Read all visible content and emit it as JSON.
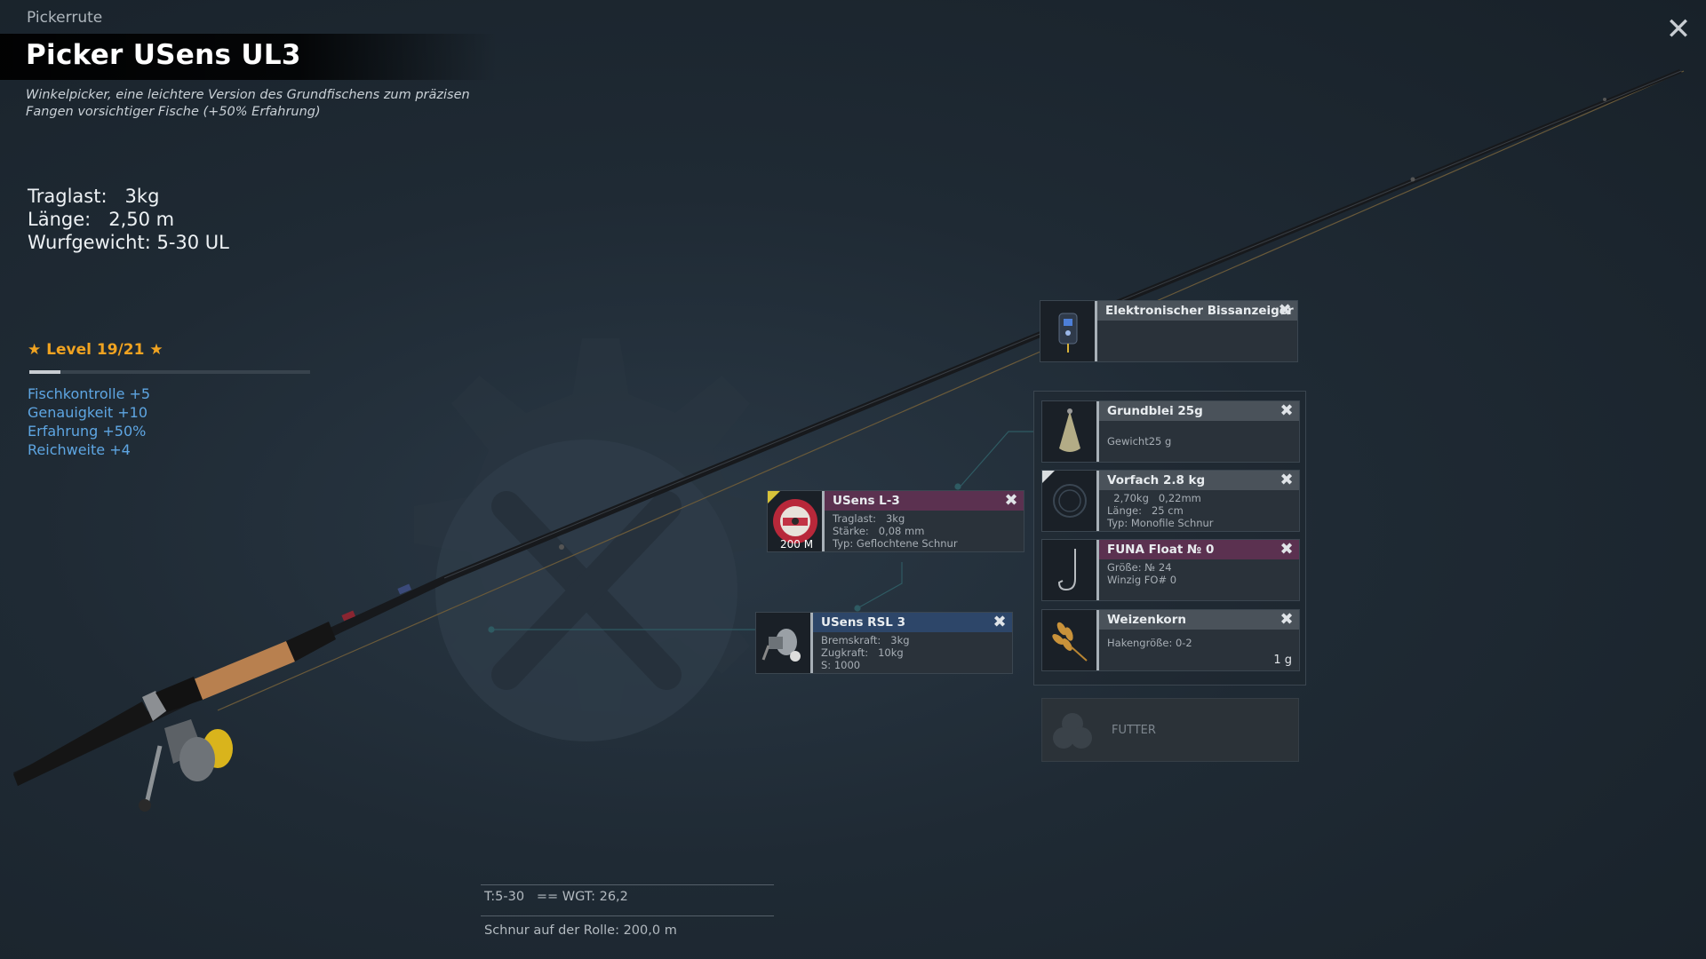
{
  "breadcrumb": "Pickerrute",
  "title": "Picker USens UL3",
  "description": "Winkelpicker, eine leichtere Version des Grundfischens zum präzisen Fangen vorsichtiger Fische (+50% Erfahrung)",
  "stats": {
    "load": "Traglast:   3kg",
    "length": "Länge:   2,50 m",
    "cast_weight": "Wurfgewicht: 5-30 UL"
  },
  "level": {
    "label": "★ Level 19/21 ★",
    "progress_fraction": 0.11
  },
  "bonuses": [
    "Fischkontrolle +5",
    "Genauigkeit +10",
    "Erfahrung +50%",
    "Reichweite +4"
  ],
  "slots": {
    "bite_indicator": {
      "name": "Elektronischer Bissanzeiger",
      "icon": "bite-alarm-icon"
    },
    "line": {
      "name": "USens L-3",
      "badge": "200 M",
      "lines": [
        "Traglast:   3kg",
        "Stärke:   0,08 mm",
        "Typ: Geflochtene Schnur"
      ],
      "icon": "line-spool-icon"
    },
    "reel": {
      "name": "USens RSL 3",
      "lines": [
        "Bremskraft:   3kg",
        "Zugkraft:   10kg",
        "S: 1000"
      ],
      "icon": "reel-icon"
    },
    "sinker": {
      "name": "Grundblei 25g",
      "lines": [
        "Gewicht25 g"
      ],
      "icon": "sinker-icon"
    },
    "leader": {
      "name": "Vorfach 2.8 kg",
      "lines": [
        "  2,70kg   0,22mm",
        "Länge:   25 cm",
        "Typ: Monofile Schnur"
      ],
      "icon": "leader-icon"
    },
    "hook": {
      "name": "FUNA Float № 0",
      "lines": [
        "Größe: № 24",
        "Winzig FO# 0"
      ],
      "icon": "hook-icon"
    },
    "bait": {
      "name": "Weizenkorn",
      "lines": [
        "Hakengröße: 0-2"
      ],
      "qty": "1 g",
      "icon": "wheat-icon"
    },
    "groundbait": {
      "label": "FUTTER",
      "icon": "groundbait-icon"
    }
  },
  "footer": {
    "test_weight": "T:5-30   == WGT: 26,2",
    "line_on_reel": "Schnur auf der Rolle: 200,0 m"
  },
  "colors": {
    "accent_orange": "#f0a321",
    "bonus_blue": "#5ea6e3",
    "purple_header": "#5b3150",
    "blue_header": "#2d4669"
  }
}
